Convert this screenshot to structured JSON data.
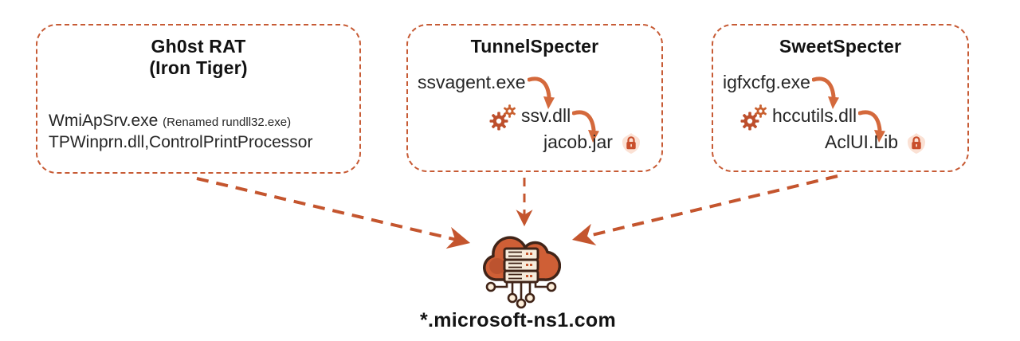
{
  "colors": {
    "accent_orange": "#c75b35",
    "arrow_orange": "#c4552e",
    "inner_arrow_orange": "#d4693c",
    "cloud_fill": "#cf5f36",
    "icon_outline": "#402418",
    "text_dark": "#1a1a1a"
  },
  "icons": [
    "gears-icon",
    "lock-icon",
    "curved-arrow-icon",
    "cloud-server-icon",
    "dashed-arrow-icon"
  ],
  "boxes": [
    {
      "title_line1": "Gh0st RAT",
      "title_line2": "(Iron Tiger)",
      "file_line1_main": "WmiApSrv.exe",
      "file_line1_note": "(Renamed rundll32.exe)",
      "file_line2": "TPWinprn.dll,ControlPrintProcessor"
    },
    {
      "title": "TunnelSpecter",
      "chain": [
        "ssvagent.exe",
        "ssv.dll",
        "jacob.jar"
      ]
    },
    {
      "title": "SweetSpecter",
      "chain": [
        "igfxcfg.exe",
        "hccutils.dll",
        "AclUI.Lib"
      ]
    }
  ],
  "c2_server": {
    "domain": "*.microsoft-ns1.com"
  }
}
